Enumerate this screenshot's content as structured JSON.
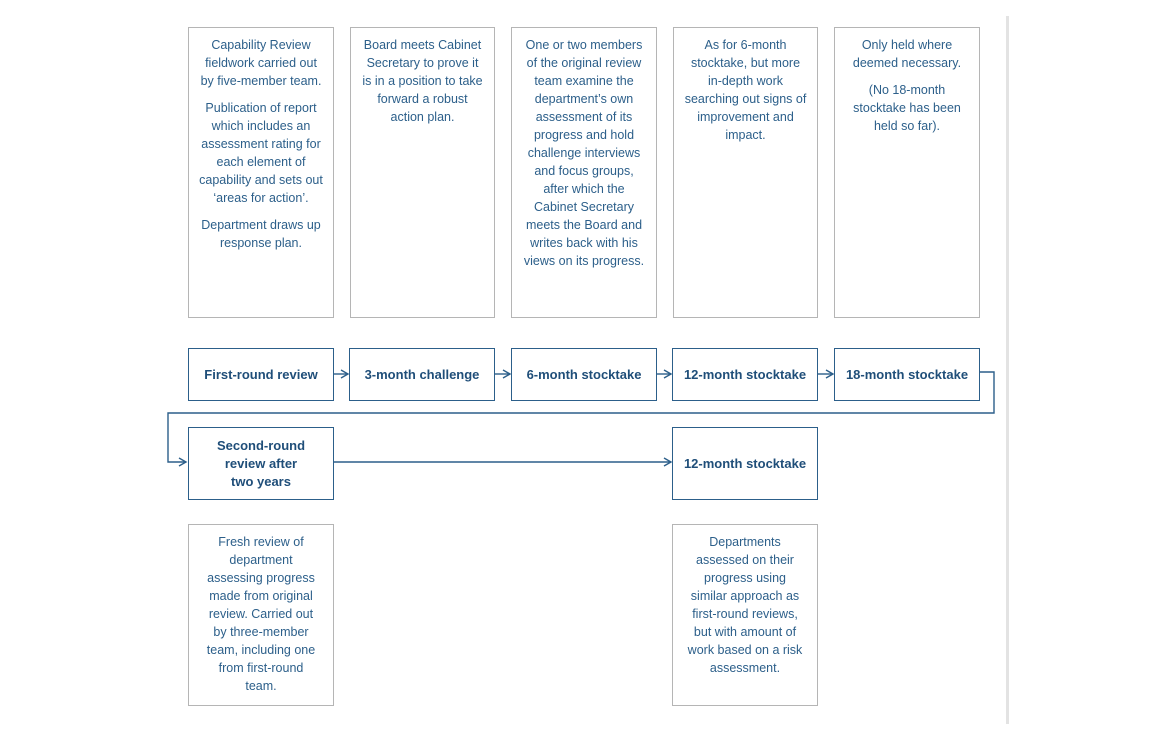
{
  "colors": {
    "accent": "#2c5f8a",
    "border_light": "#b5b5b5"
  },
  "descriptions": {
    "first_round": [
      "Capability Review fieldwork carried out by five-member team.",
      "Publication of report which includes an assessment rating for each element of capability and sets out ‘areas for action’.",
      "Department draws up response plan."
    ],
    "challenge": [
      "Board meets Cabinet Secretary to prove it is in a position to take forward a robust action plan."
    ],
    "six_month": [
      "One or two members of the original review team examine the department’s own assessment of its progress and hold challenge interviews and focus groups, after which the Cabinet Secretary meets the Board and writes back with his views on its progress."
    ],
    "twelve_month": [
      "As for 6-month stocktake, but more in-depth work searching out signs of improvement and impact."
    ],
    "eighteen_month": [
      "Only held where deemed necessary.",
      "(No 18-month stocktake has been held so far)."
    ],
    "second_round": [
      "Fresh review of department assessing progress made from original review. Carried out by three-member team, including one from first-round team."
    ],
    "second_twelve_month": [
      "Departments assessed on their progress using similar approach as first-round reviews, but with amount of work based on a risk assessment."
    ]
  },
  "stages": {
    "first_round_review": "First-round review",
    "three_month_challenge": "3-month challenge",
    "six_month_stocktake": "6-month stocktake",
    "twelve_month_stocktake": "12-month stocktake",
    "eighteen_month_stocktake": "18-month stocktake",
    "second_round_review": "Second-round review after two years",
    "second_twelve_month_stocktake": "12-month stocktake"
  }
}
